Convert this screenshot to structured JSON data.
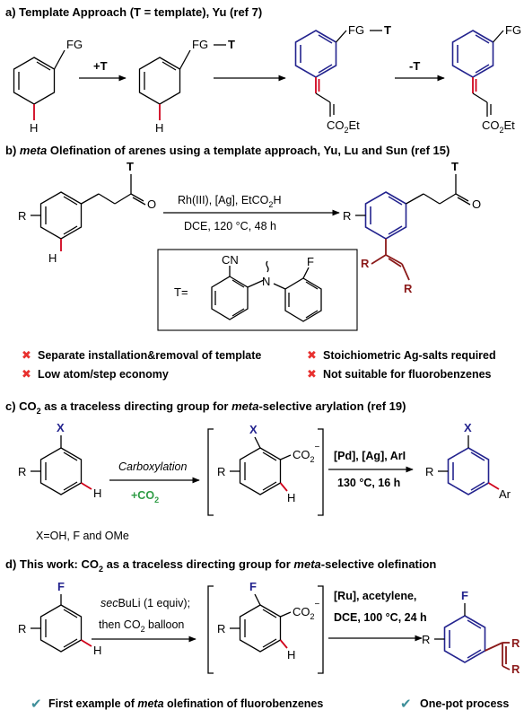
{
  "sections": {
    "a": {
      "title": "a) Template Approach (T = template), Yu (ref 7)",
      "fg": "FG",
      "fg_t": "FG",
      "t": "T",
      "h": "H",
      "add_t": "+T",
      "remove_t": "-T",
      "ester": "CO",
      "ester_sub": "2",
      "ester_end": "Et"
    },
    "b": {
      "title_prefix": "b) ",
      "title_em": "meta",
      "title_rest": " Olefination of arenes using a template approach, Yu, Lu and Sun (ref 15)",
      "conditions_top": "Rh(III), [Ag], EtCO",
      "conditions_top_sub": "2",
      "conditions_top_end": "H",
      "conditions_bottom": "DCE, 120 °C, 48 h",
      "r": "R",
      "h": "H",
      "t": "T",
      "o": "O",
      "template_label": "T=",
      "cn": "CN",
      "n": "N",
      "f": "F",
      "drawbacks": [
        "Separate installation&removal of template",
        "Stoichiometric Ag-salts required",
        "Low atom/step economy",
        "Not suitable for fluorobenzenes"
      ]
    },
    "c": {
      "title_prefix": "c) CO",
      "title_sub": "2",
      "title_mid": " as a traceless directing group for ",
      "title_em": "meta",
      "title_end": "-selective arylation (ref 19)",
      "x": "X",
      "r": "R",
      "h": "H",
      "carboxylation": "Carboxylation",
      "add_co2": "+CO",
      "add_co2_sub": "2",
      "co2": "CO",
      "co2_sub": "2",
      "co2_charge": "−",
      "conditions_top": "[Pd], [Ag], ArI",
      "conditions_bottom": "130 °C, 16 h",
      "ar": "Ar",
      "x_options": "X=OH, F and OMe"
    },
    "d": {
      "title_prefix": "d) This work: CO",
      "title_sub": "2",
      "title_mid": " as a traceless directing group for ",
      "title_em": "meta",
      "title_end": "-selective olefination",
      "f": "F",
      "r": "R",
      "h": "H",
      "reagent_em": "sec",
      "reagent_rest": "BuLi (1 equiv);",
      "reagent_line2_a": "then CO",
      "reagent_line2_sub": "2",
      "reagent_line2_b": " balloon",
      "co2": "CO",
      "co2_sub": "2",
      "co2_charge": "−",
      "conditions_1": "[Ru], acetylene,",
      "conditions_2": "DCE, 100 °C, 24 h",
      "product_r1": "R",
      "product_r2": "R",
      "advantage_1_a": "First example of ",
      "advantage_1_em": "meta",
      "advantage_1_b": " olefination of fluorobenzenes",
      "advantage_2": "One-pot process"
    }
  },
  "colors": {
    "ring_blue": "#23238e",
    "olefin_red": "#d0021b",
    "olefin_dark_red": "#8b1a1a",
    "cross_red": "#e8312f",
    "check_teal": "#3f8f9a",
    "co2_green": "#2e9c45"
  },
  "icons": {
    "drawback": "cross-icon",
    "advantage": "check-icon"
  }
}
